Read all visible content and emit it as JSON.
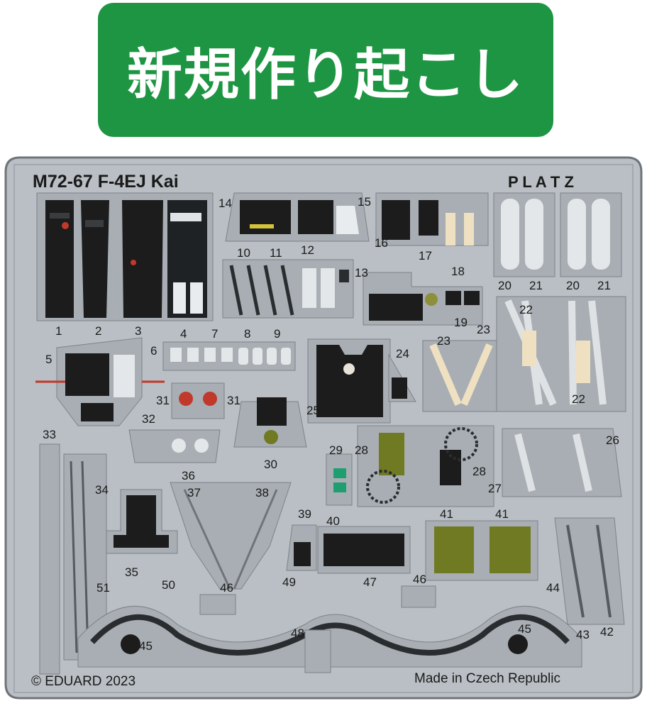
{
  "banner": {
    "text": "新規作り起こし"
  },
  "sheet": {
    "kit_title": "M72-67 F-4EJ Kai",
    "brand": "P L A T Z",
    "copyright": "© EDUARD 2023",
    "origin": "Made in Czech Republic"
  },
  "part_numbers": [
    "1",
    "2",
    "3",
    "4",
    "5",
    "6",
    "7",
    "8",
    "9",
    "10",
    "11",
    "12",
    "13",
    "14",
    "15",
    "16",
    "17",
    "18",
    "19",
    "20",
    "21",
    "20",
    "21",
    "22",
    "22",
    "23",
    "23",
    "24",
    "25",
    "26",
    "27",
    "28",
    "28",
    "29",
    "30",
    "31",
    "31",
    "32",
    "33",
    "34",
    "35",
    "36",
    "37",
    "38",
    "39",
    "40",
    "41",
    "41",
    "42",
    "43",
    "44",
    "45",
    "45",
    "46",
    "46",
    "47",
    "48",
    "49",
    "50",
    "51"
  ],
  "colors": {
    "banner": "#1e9543",
    "metal": "#b9bfc4",
    "metal_dark": "#8d9398",
    "panel": "#1c1c1c",
    "belt": "#efe0c2",
    "olive": "#6f7a22"
  }
}
